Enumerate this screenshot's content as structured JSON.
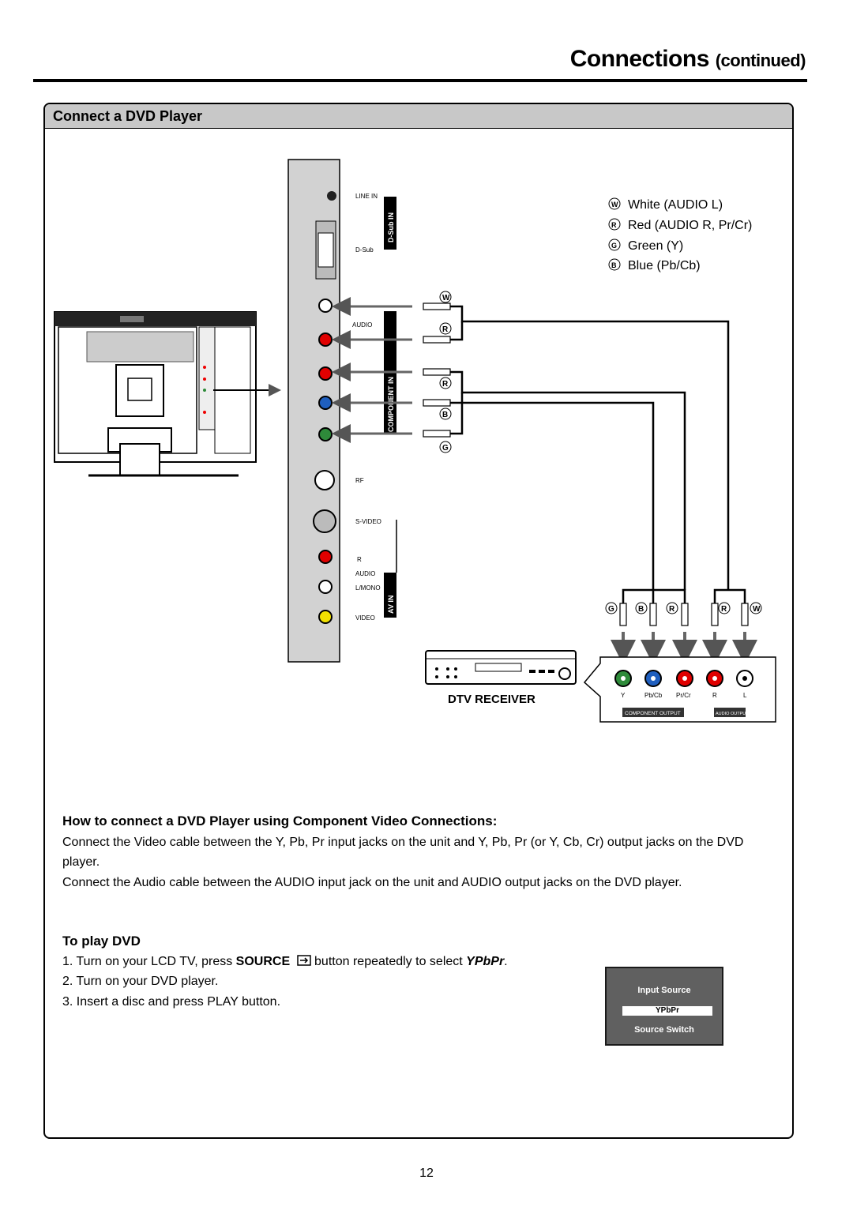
{
  "header": {
    "title": "Connections",
    "continued": "(continued)"
  },
  "section": {
    "title": "Connect a DVD Player"
  },
  "legend": {
    "white": {
      "badge": "W",
      "label": "White (AUDIO L)"
    },
    "red": {
      "badge": "R",
      "label": "Red (AUDIO R, Pr/Cr)"
    },
    "green": {
      "badge": "G",
      "label": "Green (Y)"
    },
    "blue": {
      "badge": "B",
      "label": "Blue (Pb/Cb)"
    }
  },
  "tv_panel": {
    "line_in": "LINE IN",
    "dsub_in": "D-Sub IN",
    "dsub": "D-Sub",
    "audio": "AUDIO",
    "component_in": "COMPONENT IN",
    "rf": "RF",
    "svideo": "S-VIDEO",
    "r": "R",
    "audio2": "AUDIO",
    "lmono": "L/MONO",
    "av_in": "AV IN",
    "video": "VIDEO"
  },
  "colors": {
    "white": "#ffffff",
    "red": "#e00000",
    "green": "#2e8b3a",
    "blue": "#1f5fbf",
    "yellow": "#f2e100"
  },
  "dvd": {
    "label": "DTV RECEIVER",
    "jacks": [
      "Y",
      "Pb/Cb",
      "Pr/Cr",
      "R",
      "L"
    ],
    "component_output": "COMPONENT OUTPUT",
    "audio_output": "AUDIO OUTPUT"
  },
  "instructions": {
    "heading": "How to connect a DVD Player using Component Video Connections:",
    "para1": "Connect the Video cable between the Y, Pb, Pr input jacks on the unit and Y, Pb, Pr (or Y, Cb, Cr) output jacks on the DVD player.",
    "para2": "Connect the Audio cable between the AUDIO input jack on the unit and AUDIO output jacks on the DVD player."
  },
  "play": {
    "heading": "To play DVD",
    "step1_pre": "1. Turn on your LCD TV, press ",
    "step1_bold": "SOURCE",
    "step1_mid": " button repeatedly to select ",
    "step1_val": "YPbPr",
    "step1_end": ".",
    "step2": "2. Turn on your DVD player.",
    "step3": "3. Insert a disc and press PLAY button."
  },
  "osd": {
    "title": "Input Source",
    "selected": "YPbPr",
    "footer": "Source Switch"
  },
  "page_number": "12"
}
